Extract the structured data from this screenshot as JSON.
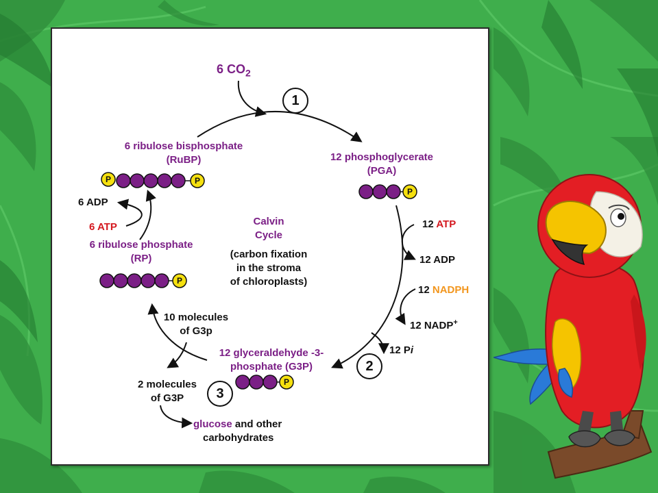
{
  "colors": {
    "carbon": "#7b1f86",
    "phosphate": "#f5e00f",
    "atp": "#d4181f",
    "nadph": "#f2961e",
    "background": "#3fae4c"
  },
  "diagram": {
    "co2_coefficient": "6 CO",
    "co2_subscript": "2",
    "steps": [
      "1",
      "2",
      "3"
    ],
    "pga_label": "12 phosphoglycerate",
    "pga_abbr": "(PGA)",
    "atp_in_prefix": "12",
    "atp_in_label": "ATP",
    "adp_out_label": "12 ADP",
    "nadph_in_prefix": "12",
    "nadph_in_label": "NADPH",
    "nadp_out_label": "12 NADP",
    "nadp_out_sup": "+",
    "pi_label": "12 P",
    "pi_italic": "i",
    "g3p_line1": "12 glyceraldehyde -3-",
    "g3p_line2": "phosphate (G3P)",
    "ten_g3p_line1": "10 molecules",
    "ten_g3p_line2": "of G3p",
    "two_g3p_line1": "2 molecules",
    "two_g3p_line2": "of G3P",
    "glucose_word": "glucose",
    "glucose_rest": " and other",
    "carbohydrates": "carbohydrates",
    "rp_line1": "6 ribulose phosphate",
    "rp_line2": "(RP)",
    "atp6_label": "6 ATP",
    "adp6_label": "6 ADP",
    "rubp_line1": "6 ribulose bisphosphate",
    "rubp_line2": "(RuBP)",
    "center_title1": "Calvin",
    "center_title2": "Cycle",
    "center_desc1": "(carbon fixation",
    "center_desc2": "in the stroma",
    "center_desc3": "of chloroplasts)",
    "phosphate_symbol": "P"
  }
}
